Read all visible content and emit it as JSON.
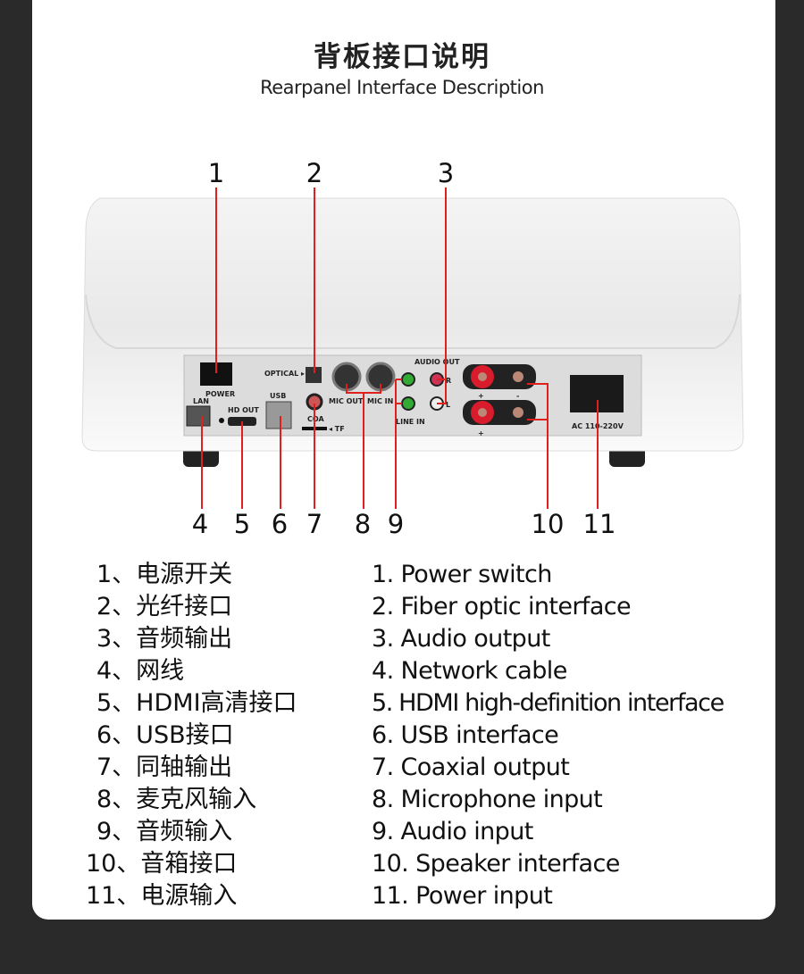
{
  "header": {
    "title": "背板接口说明",
    "subtitle": "Rearpanel  Interface Description"
  },
  "callouts": {
    "top": [
      "1",
      "2",
      "3"
    ],
    "bottom": [
      "4",
      "5",
      "6",
      "7",
      "8",
      "9",
      "10",
      "11"
    ]
  },
  "panel_labels": {
    "power": "POWER",
    "lan": "LAN",
    "hd_out": "HD OUT",
    "usb": "USB",
    "optical": "OPTICAL ▸",
    "coa": "COA",
    "tf": "◂ TF",
    "mic_out": "MIC OUT",
    "mic_in": "MIC IN",
    "audio_out": "AUDIO OUT",
    "line_in": "LINE IN",
    "r": "R",
    "l": "L",
    "plus": "+",
    "minus": "-",
    "ac": "AC 110-220V"
  },
  "legend_cn": [
    "1、电源开关",
    "2、光纤接口",
    "3、音频输出",
    "4、网线",
    "5、HDMI高清接口",
    "6、USB接口",
    "7、同轴输出",
    "8、麦克风输入",
    "9、音频输入",
    "10、音箱接口",
    "11、电源输入"
  ],
  "legend_en": [
    "1. Power switch",
    "2. Fiber optic interface",
    "3. Audio output",
    "4. Network cable",
    "5. HDMI high-definition interface",
    "6. USB interface",
    "7. Coaxial output",
    "8. Microphone input",
    "9. Audio input",
    "10. Speaker interface",
    "11. Power input"
  ],
  "colors": {
    "callout_line": "#e0201c",
    "background": "#2a2a2a"
  }
}
